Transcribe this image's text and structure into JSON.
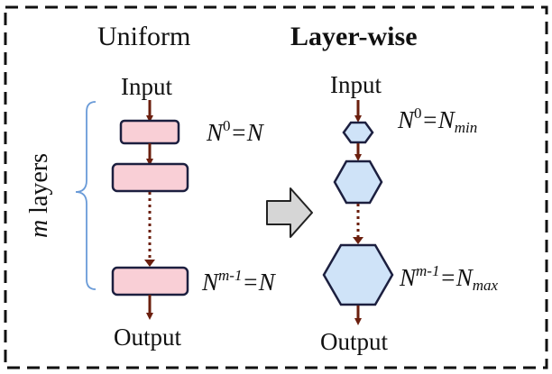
{
  "titles": {
    "uniform": "Uniform",
    "layerwise": "Layer-wise"
  },
  "uniform": {
    "input_label": "Input",
    "output_label": "Output",
    "eq_first": {
      "symbol": "N",
      "sup": "0",
      "rhs": "=N",
      "sub": ""
    },
    "eq_last": {
      "symbol": "N",
      "sup": "m-1",
      "rhs": "=N",
      "sub": ""
    },
    "side_label": {
      "var": "m",
      "text": " layers"
    }
  },
  "layerwise": {
    "input_label": "Input",
    "output_label": "Output",
    "eq_first": {
      "symbol": "N",
      "sup": "0",
      "rhs": "=N",
      "sub": "min"
    },
    "eq_last": {
      "symbol": "N",
      "sup": "m-1",
      "rhs": "=N",
      "sub": "max"
    }
  },
  "colors": {
    "border": "#111111",
    "rect_fill": "#f9cfd6",
    "rect_stroke": "#1c1f3f",
    "hex_fill": "#cfe3f8",
    "hex_stroke": "#1c1f3f",
    "arrow": "#6b1f0e",
    "brace": "#6a9bd8",
    "transform_arrow_fill": "#d6d6d6",
    "transform_arrow_stroke": "#222222"
  },
  "icons": {
    "transform_arrow": "right-arrow-icon"
  }
}
